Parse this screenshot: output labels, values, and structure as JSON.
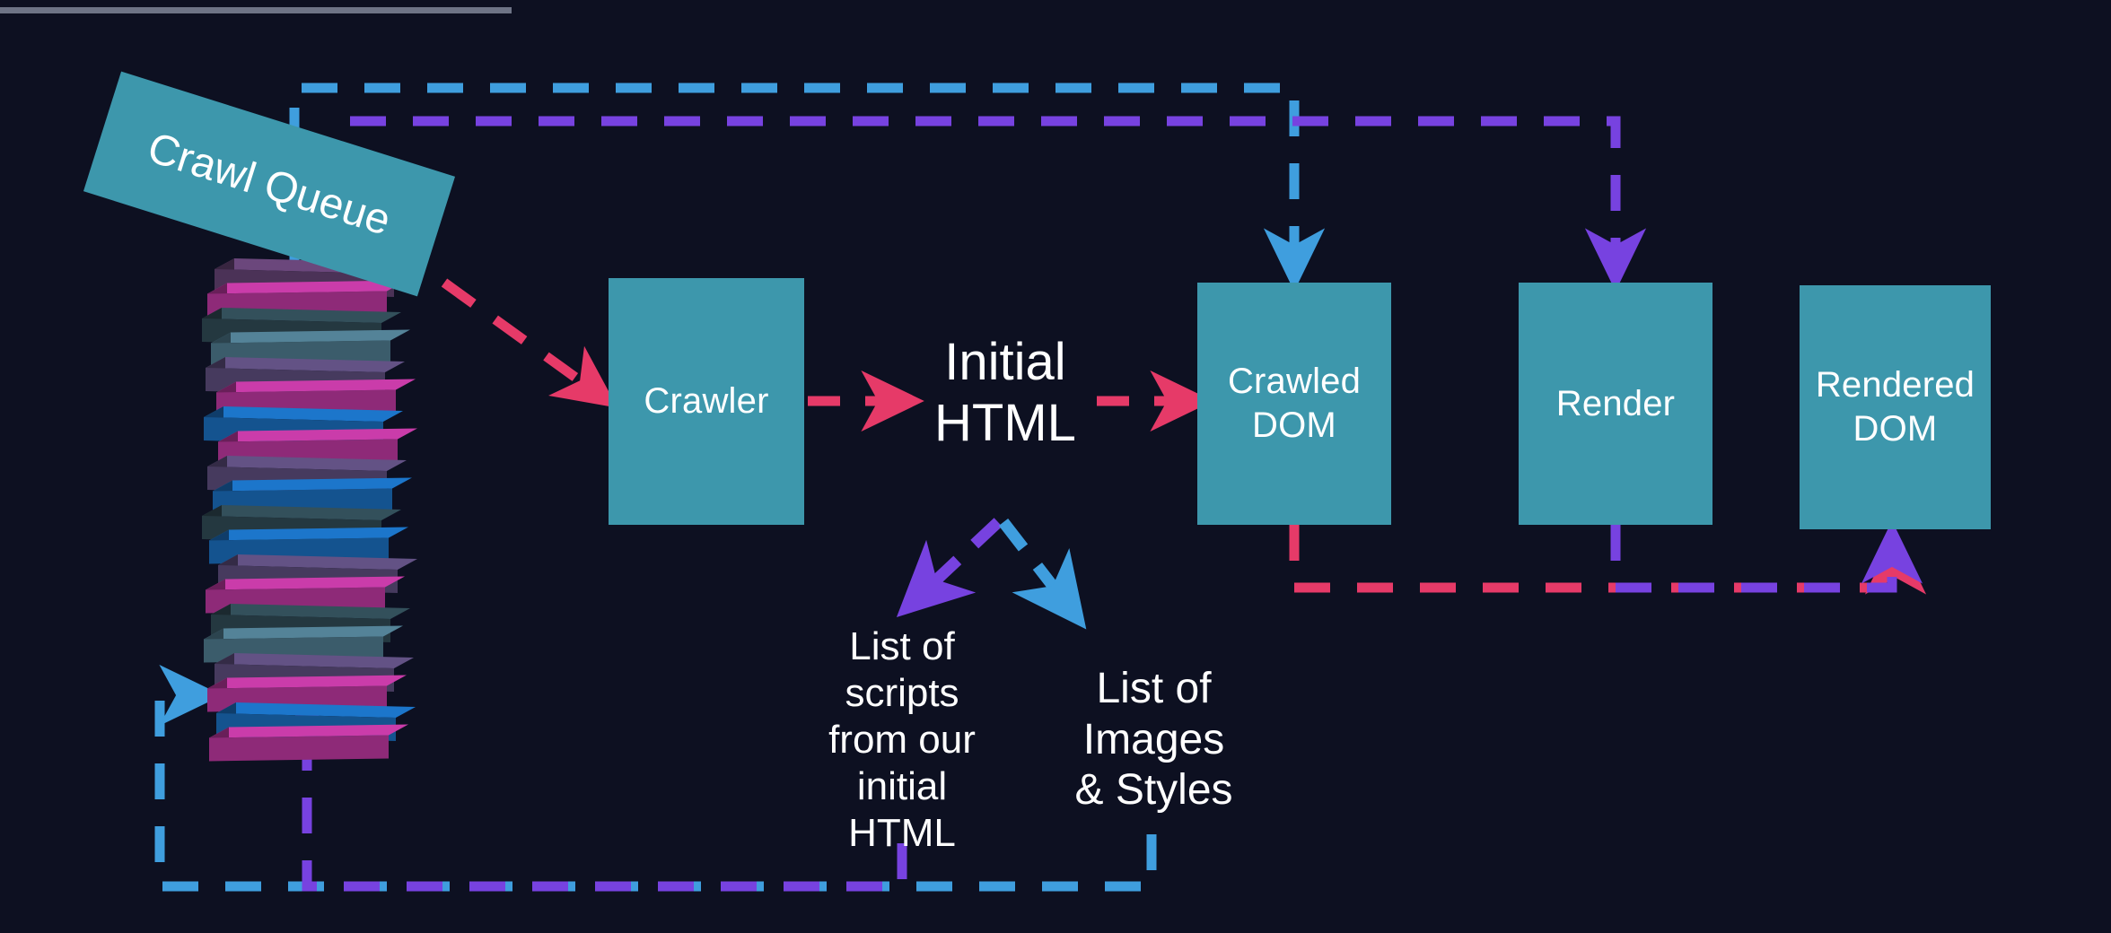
{
  "meta": {
    "title": "Crawling and rendering pipeline diagram",
    "background_color": "#0d1021",
    "box_color": "#3d97ac",
    "text_color": "#ffffff"
  },
  "colors": {
    "teal": "#3d97ac",
    "pink": "#e63a68",
    "blue": "#3f9ede",
    "purple": "#7742e0",
    "topbar_gray": "#6e7486"
  },
  "nodes": {
    "crawl_queue": {
      "label": "Crawl Queue"
    },
    "crawler": {
      "label": "Crawler"
    },
    "initial_html": {
      "label": "Initial\nHTML",
      "line1": "Initial",
      "line2": "HTML"
    },
    "crawled_dom": {
      "label": "Crawled\nDOM",
      "line1": "Crawled",
      "line2": "DOM"
    },
    "render": {
      "label": "Render"
    },
    "rendered_dom": {
      "label": "Rendered\nDOM",
      "line1": "Rendered",
      "line2": "DOM"
    },
    "list_scripts": {
      "label": "List of\nscripts\nfrom our\ninitial\nHTML"
    },
    "list_images": {
      "label": "List of\nImages\n& Styles"
    }
  },
  "stack": {
    "name": "crawl-queue-stack",
    "layer_count": 20,
    "layer_colors": [
      "#4b3257",
      "#8e2a78",
      "#243840",
      "#3b5c6b",
      "#463a5e",
      "#8e2a78",
      "#14538f",
      "#8e2a78",
      "#463a5e",
      "#14538f",
      "#243840",
      "#14538f",
      "#463a5e",
      "#8e2a78",
      "#243840",
      "#3b5c6b",
      "#463a5e",
      "#8e2a78",
      "#14538f",
      "#8e2a78",
      "#463a5e",
      "#14538f"
    ]
  },
  "edges": [
    {
      "name": "queue-to-crawler",
      "from": "crawl_queue",
      "to": "crawler",
      "color": "#e63a68",
      "style": "dashed"
    },
    {
      "name": "crawler-to-initial-html",
      "from": "crawler",
      "to": "initial_html",
      "color": "#e63a68",
      "style": "dashed"
    },
    {
      "name": "initial-html-to-crawled-dom",
      "from": "initial_html",
      "to": "crawled_dom",
      "color": "#e63a68",
      "style": "dashed"
    },
    {
      "name": "initial-html-to-list-scripts",
      "from": "initial_html",
      "to": "list_scripts",
      "color": "#7742e0",
      "style": "dashed"
    },
    {
      "name": "initial-html-to-list-images",
      "from": "initial_html",
      "to": "list_images",
      "color": "#3f9ede",
      "style": "dashed"
    },
    {
      "name": "list-images-to-queue",
      "from": "list_images",
      "to": "crawl_queue",
      "color": "#3f9ede",
      "style": "dashed"
    },
    {
      "name": "list-scripts-to-queue",
      "from": "list_scripts",
      "to": "crawl_queue",
      "color": "#7742e0",
      "style": "dashed"
    },
    {
      "name": "queue-to-crawled-dom",
      "from": "crawl_queue",
      "to": "crawled_dom",
      "color": "#3f9ede",
      "style": "dashed"
    },
    {
      "name": "queue-to-render",
      "from": "crawl_queue",
      "to": "render",
      "color": "#7742e0",
      "style": "dashed"
    },
    {
      "name": "crawled-dom-to-rendered-dom",
      "from": "crawled_dom",
      "to": "rendered_dom",
      "color": "#e63a68",
      "style": "dashed"
    },
    {
      "name": "render-to-rendered-dom",
      "from": "render",
      "to": "rendered_dom",
      "color": "#7742e0",
      "style": "dashed"
    }
  ]
}
